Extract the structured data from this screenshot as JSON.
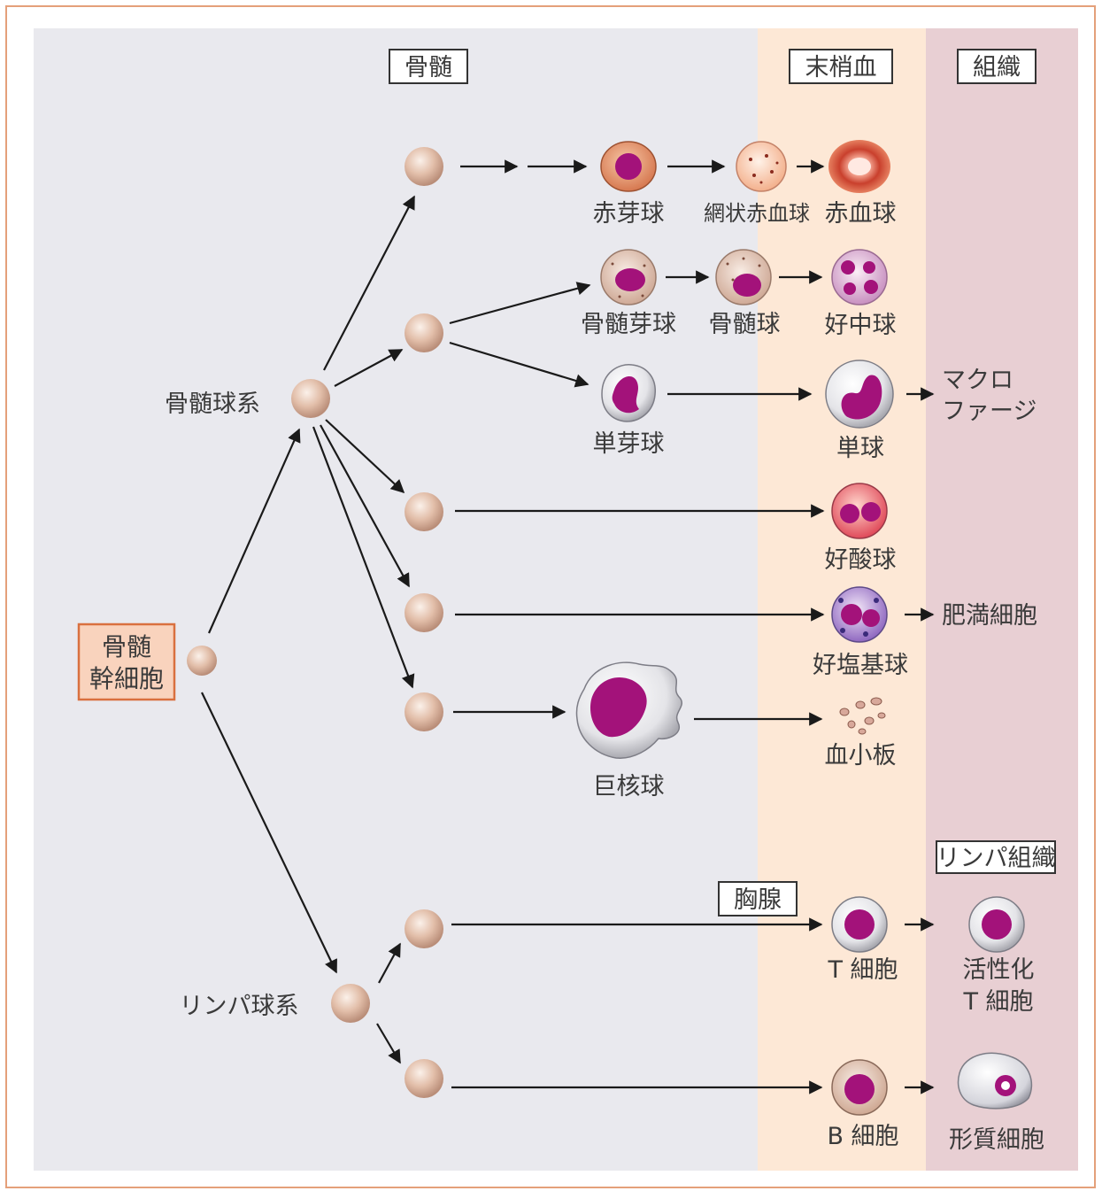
{
  "zones": {
    "bone_marrow": "骨髄",
    "peripheral_blood": "末梢血",
    "tissue": "組織",
    "lymph_tissue": "リンパ組織",
    "thymus": "胸腺"
  },
  "stem_cell": {
    "line1": "骨髄",
    "line2": "幹細胞"
  },
  "lineages": {
    "myeloid": "骨髄球系",
    "lymphoid": "リンパ球系"
  },
  "cells": {
    "erythroblast": "赤芽球",
    "reticulocyte": "網状赤血球",
    "erythrocyte": "赤血球",
    "myeloblast": "骨髄芽球",
    "myelocyte": "骨髄球",
    "neutrophil": "好中球",
    "monoblast": "単芽球",
    "monocyte": "単球",
    "macrophage_line1": "マクロ",
    "macrophage_line2": "ファージ",
    "eosinophil": "好酸球",
    "basophil": "好塩基球",
    "mast_cell": "肥満細胞",
    "megakaryocyte": "巨核球",
    "platelet": "血小板",
    "t_cell": "T 細胞",
    "activated_t_line1": "活性化",
    "activated_t_line2": "T 細胞",
    "b_cell": "B 細胞",
    "plasma_cell": "形質細胞"
  },
  "colors": {
    "marrow_bg": "#e9e9ee",
    "blood_bg": "#fde8d6",
    "tissue_bg": "#e8cfd3",
    "progenitor": "#dcb49e",
    "nucleus": "#a3127a",
    "stem_box_fill": "#f9d3bd",
    "stem_box_border": "#d9703f",
    "frame": "#e4a07a"
  }
}
